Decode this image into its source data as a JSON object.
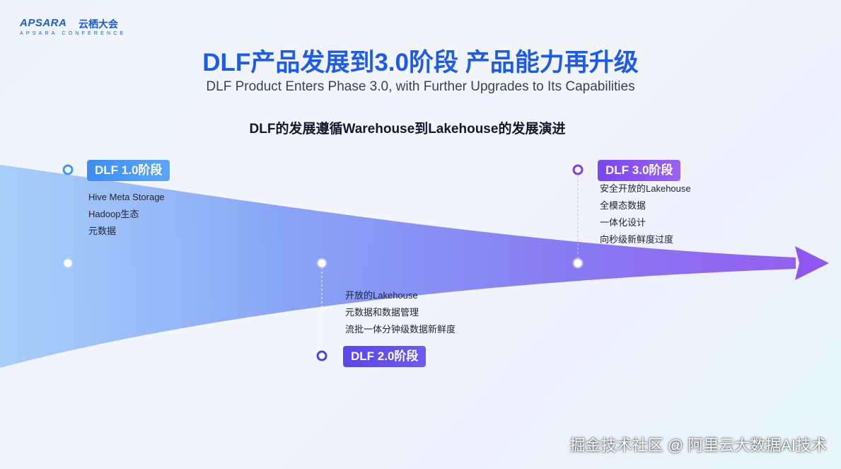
{
  "logo": {
    "brand": "APSARA",
    "name_cn": "云栖大会",
    "subtitle": "APSARA CONFERENCE"
  },
  "title": "DLF产品发展到3.0阶段 产品能力再升级",
  "subtitle": "DLF Product Enters Phase 3.0, with Further Upgrades to Its Capabilities",
  "intro": "DLF的发展遵循Warehouse到Lakehouse的发展演进",
  "stages": [
    {
      "label": "DLF 1.0阶段",
      "items": [
        "Hive Meta Storage",
        "Hadoop生态",
        "元数据"
      ]
    },
    {
      "label": "DLF 2.0阶段",
      "items": [
        "开放的Lakehouse",
        "元数据和数据管理",
        "流批一体分钟级数据新鲜度"
      ]
    },
    {
      "label": "DLF 3.0阶段",
      "items": [
        "安全开放的Lakehouse",
        "全模态数据",
        "一体化设计",
        "向秒级新鲜度过度"
      ]
    }
  ],
  "colors": {
    "title": "#1d5bea",
    "stage1": "#3d8df6",
    "stage2": "#5b46ec",
    "stage3": "#8a52f2",
    "arrow_tip": "#8f57f0"
  },
  "watermark": "掘金技术社区 @ 阿里云大数据AI技术"
}
